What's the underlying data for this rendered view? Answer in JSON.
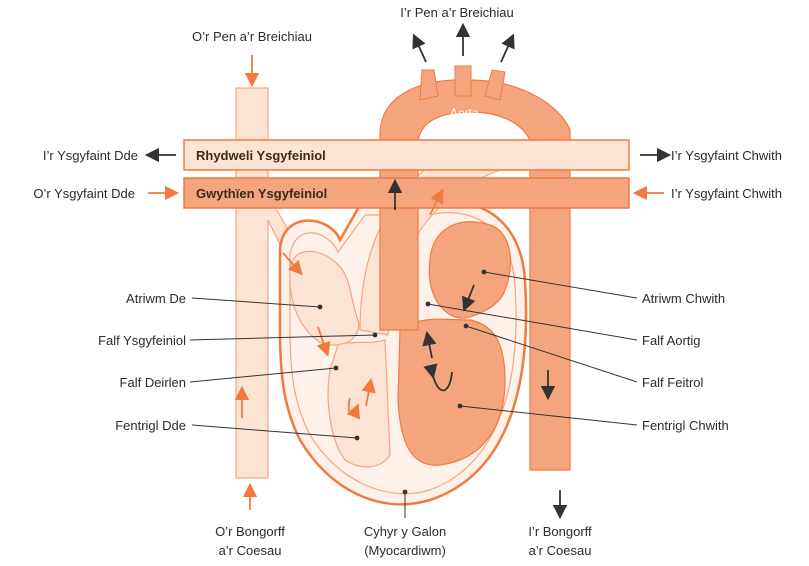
{
  "colors": {
    "light_fill": "#fde3d4",
    "mid_fill": "#fbc6a9",
    "dark_fill": "#f5a57e",
    "outline": "#f07a3f",
    "arrow_orange": "#f07a3f",
    "arrow_dark": "#333333",
    "leader_line": "#333333"
  },
  "labels": {
    "top_left": "O’r Pen a’r Breichiau",
    "top_right": "I’r Pen a’r Breichiau",
    "aorta": "Aorta",
    "pulmonary_artery": "Rhydweli Ysgyfeiniol",
    "pulmonary_vein": "Gwythïen Ysgyfeiniol",
    "to_right_lung": "I’r Ysgyfaint Dde",
    "from_right_lung": "O’r Ysgyfaint Dde",
    "to_left_lung": "I’r Ysgyfaint Chwith",
    "from_left_lung": "I’r Ysgyfaint Chwith",
    "right_atrium": "Atriwm De",
    "pulmonary_valve": "Falf Ysgyfeiniol",
    "tricuspid_valve": "Falf Deirlen",
    "right_ventricle": "Fentrigl Dde",
    "left_atrium": "Atriwm Chwith",
    "aortic_valve": "Falf Aortig",
    "mitral_valve": "Falf Feitrol",
    "left_ventricle": "Fentrigl Chwith",
    "bottom_left_1": "O’r Bongorff",
    "bottom_left_2": "a’r Coesau",
    "myocardium_1": "Cyhyr y Galon",
    "myocardium_2": "(Myocardiwm)",
    "bottom_right_1": "I’r Bongorff",
    "bottom_right_2": "a’r Coesau"
  }
}
